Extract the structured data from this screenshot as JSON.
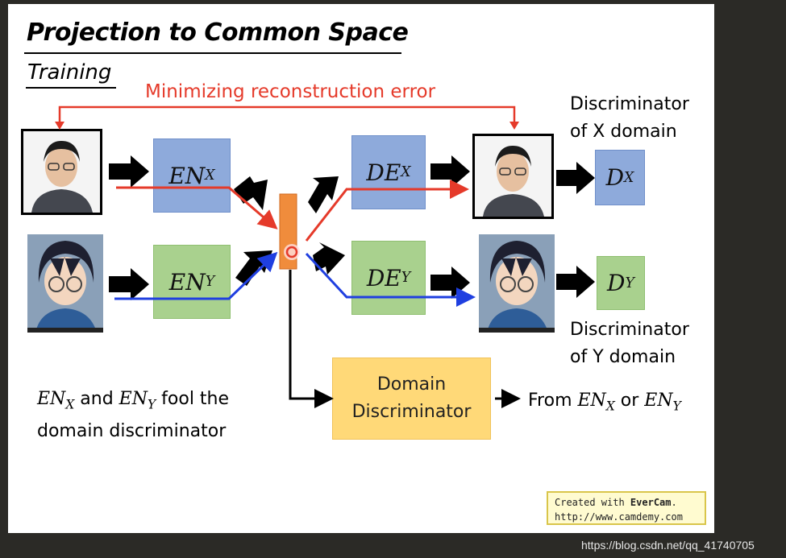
{
  "slide": {
    "title": "Projection to Common Space",
    "subtitle": "Training",
    "reconstruction_label": "Minimizing reconstruction error",
    "discriminator_x_label": [
      "Discriminator",
      "of X domain"
    ],
    "discriminator_y_label": [
      "Discriminator",
      "of Y domain"
    ],
    "encoder_x": {
      "base": "EN",
      "sub": "X"
    },
    "encoder_y": {
      "base": "EN",
      "sub": "Y"
    },
    "decoder_x": {
      "base": "DE",
      "sub": "X"
    },
    "decoder_y": {
      "base": "DE",
      "sub": "Y"
    },
    "disc_x": {
      "base": "D",
      "sub": "X"
    },
    "disc_y": {
      "base": "D",
      "sub": "Y"
    },
    "domain_discriminator": [
      "Domain",
      "Discriminator"
    ],
    "fool_note": {
      "line1_a": "EN",
      "line1_a_sub": "X",
      "line1_and": " and ",
      "line1_b": "EN",
      "line1_b_sub": "Y",
      "line1_rest": " fool the",
      "line2": "domain discriminator"
    },
    "output_note": {
      "prefix": "From ",
      "a": "EN",
      "a_sub": "X",
      "or": " or ",
      "b": "EN",
      "b_sub": "Y"
    }
  },
  "badge": {
    "line1_prefix": "Created with ",
    "line1_brand": "EverCam",
    "line1_suffix": ".",
    "line2": "http://www.camdemy.com"
  },
  "watermark": "https://blog.csdn.net/qq_41740705",
  "colors": {
    "red": "#e53a2a",
    "blue": "#1f3fe0",
    "encoder_x_fill": "#8eaadb",
    "encoder_y_fill": "#a9d18e",
    "domain_disc_fill": "#ffd978",
    "latent_fill": "#f08c3c"
  }
}
